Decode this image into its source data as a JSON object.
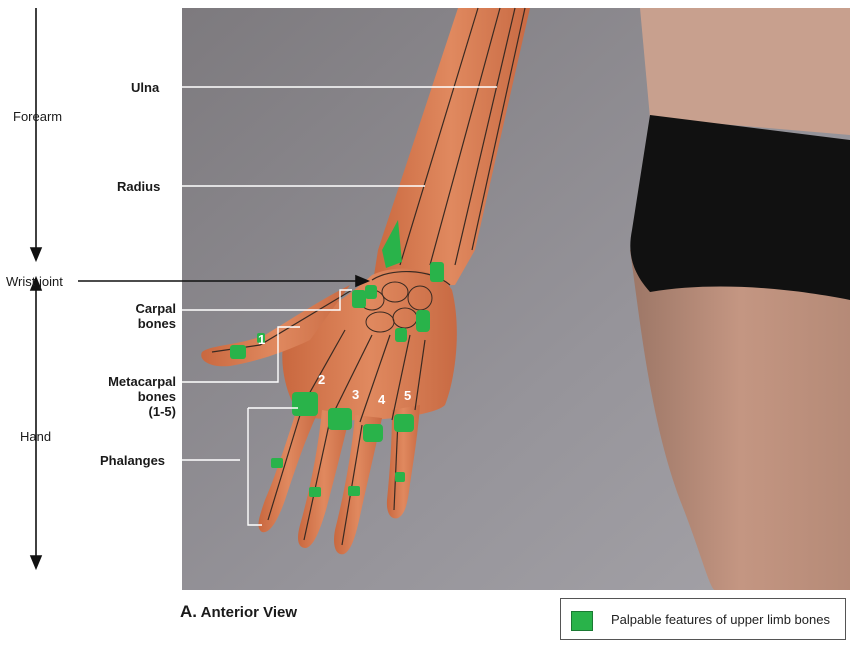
{
  "labels": {
    "forearm": "Forearm",
    "wrist_joint": "Wrist joint",
    "hand": "Hand",
    "ulna": "Ulna",
    "radius": "Radius",
    "carpal_bones_line1": "Carpal",
    "carpal_bones_line2": "bones",
    "metacarpal_line1": "Metacarpal",
    "metacarpal_line2": "bones",
    "metacarpal_line3": "(1-5)",
    "phalanges": "Phalanges"
  },
  "digit_numbers": [
    "1",
    "2",
    "3",
    "4",
    "5"
  ],
  "caption": {
    "letter": "A.",
    "text": "Anterior View"
  },
  "legend": {
    "text": "Palpable features of upper limb bones",
    "swatch_color": "#29b34a"
  },
  "colors": {
    "background_photo": "#8c8a8d",
    "skin": "#d9815a",
    "palpable_bone": "#29b34a",
    "garment": "#111111"
  }
}
